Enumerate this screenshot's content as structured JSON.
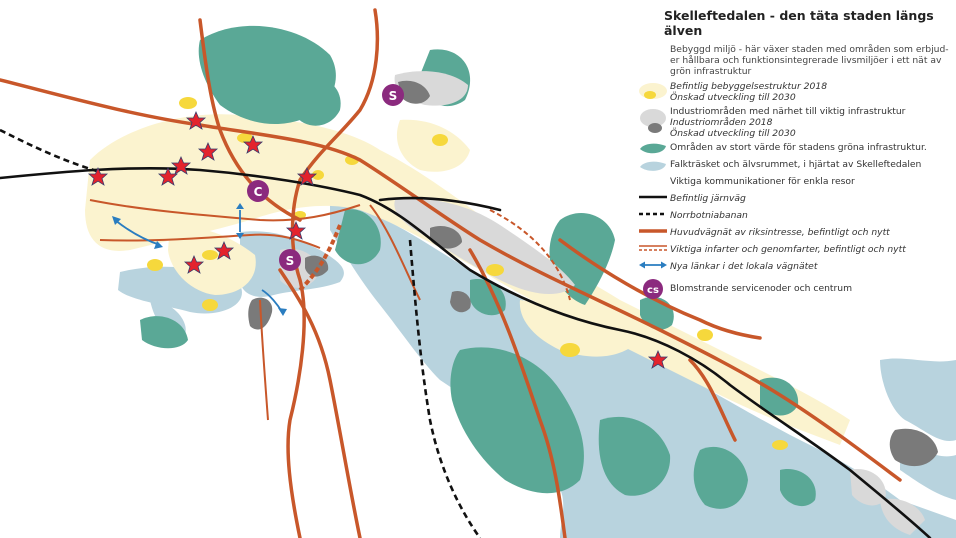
{
  "legend": {
    "title": "Skelleftedalen - den täta staden längs älven",
    "intro": "Bebyggd miljö - här växer staden med områden som erbjud-er hållbara och funktionsintegrerade livsmiljöer i ett nät av grön infrastruktur",
    "built_existing": "Befintlig bebyggelsestruktur 2018",
    "built_desired": "Önskad utveckling till 2030",
    "industry_heading": "Industriområden med närhet till viktig infrastruktur",
    "industry_existing": "Industriområden 2018",
    "industry_desired": "Önskad utveckling till 2030",
    "green": "Områden av stort värde för stadens gröna infrastruktur.",
    "water": "Falkträsket och älvsrummet, i hjärtat av Skelleftedalen",
    "comm_heading": "Viktiga kommunikationer för enkla resor",
    "railway": "Befintlig järnväg",
    "norrbotnia": "Norrbotniabanan",
    "main_road": "Huvudvägnät av riksintresse, befintligt och nytt",
    "entries": "Viktiga infarter och genomfarter, befintligt och nytt",
    "links": "Nya länkar i det lokala vägnätet",
    "service_nodes": "Blomstrande servicenoder och centrum",
    "cs_symbol": "cs"
  },
  "map": {
    "node_labels": [
      "S",
      "C",
      "S"
    ]
  },
  "colors": {
    "built": "#fbf3cf",
    "built_desired": "#f6d83c",
    "industry": "#d9d9d9",
    "industry_desired": "#7a7a7a",
    "green": "#5aa896",
    "water": "#b8d3de",
    "rail": "#111111",
    "road": "#c8572a",
    "link": "#2a7dc0",
    "node": "#8b2a7e",
    "star": "#e3232c"
  }
}
